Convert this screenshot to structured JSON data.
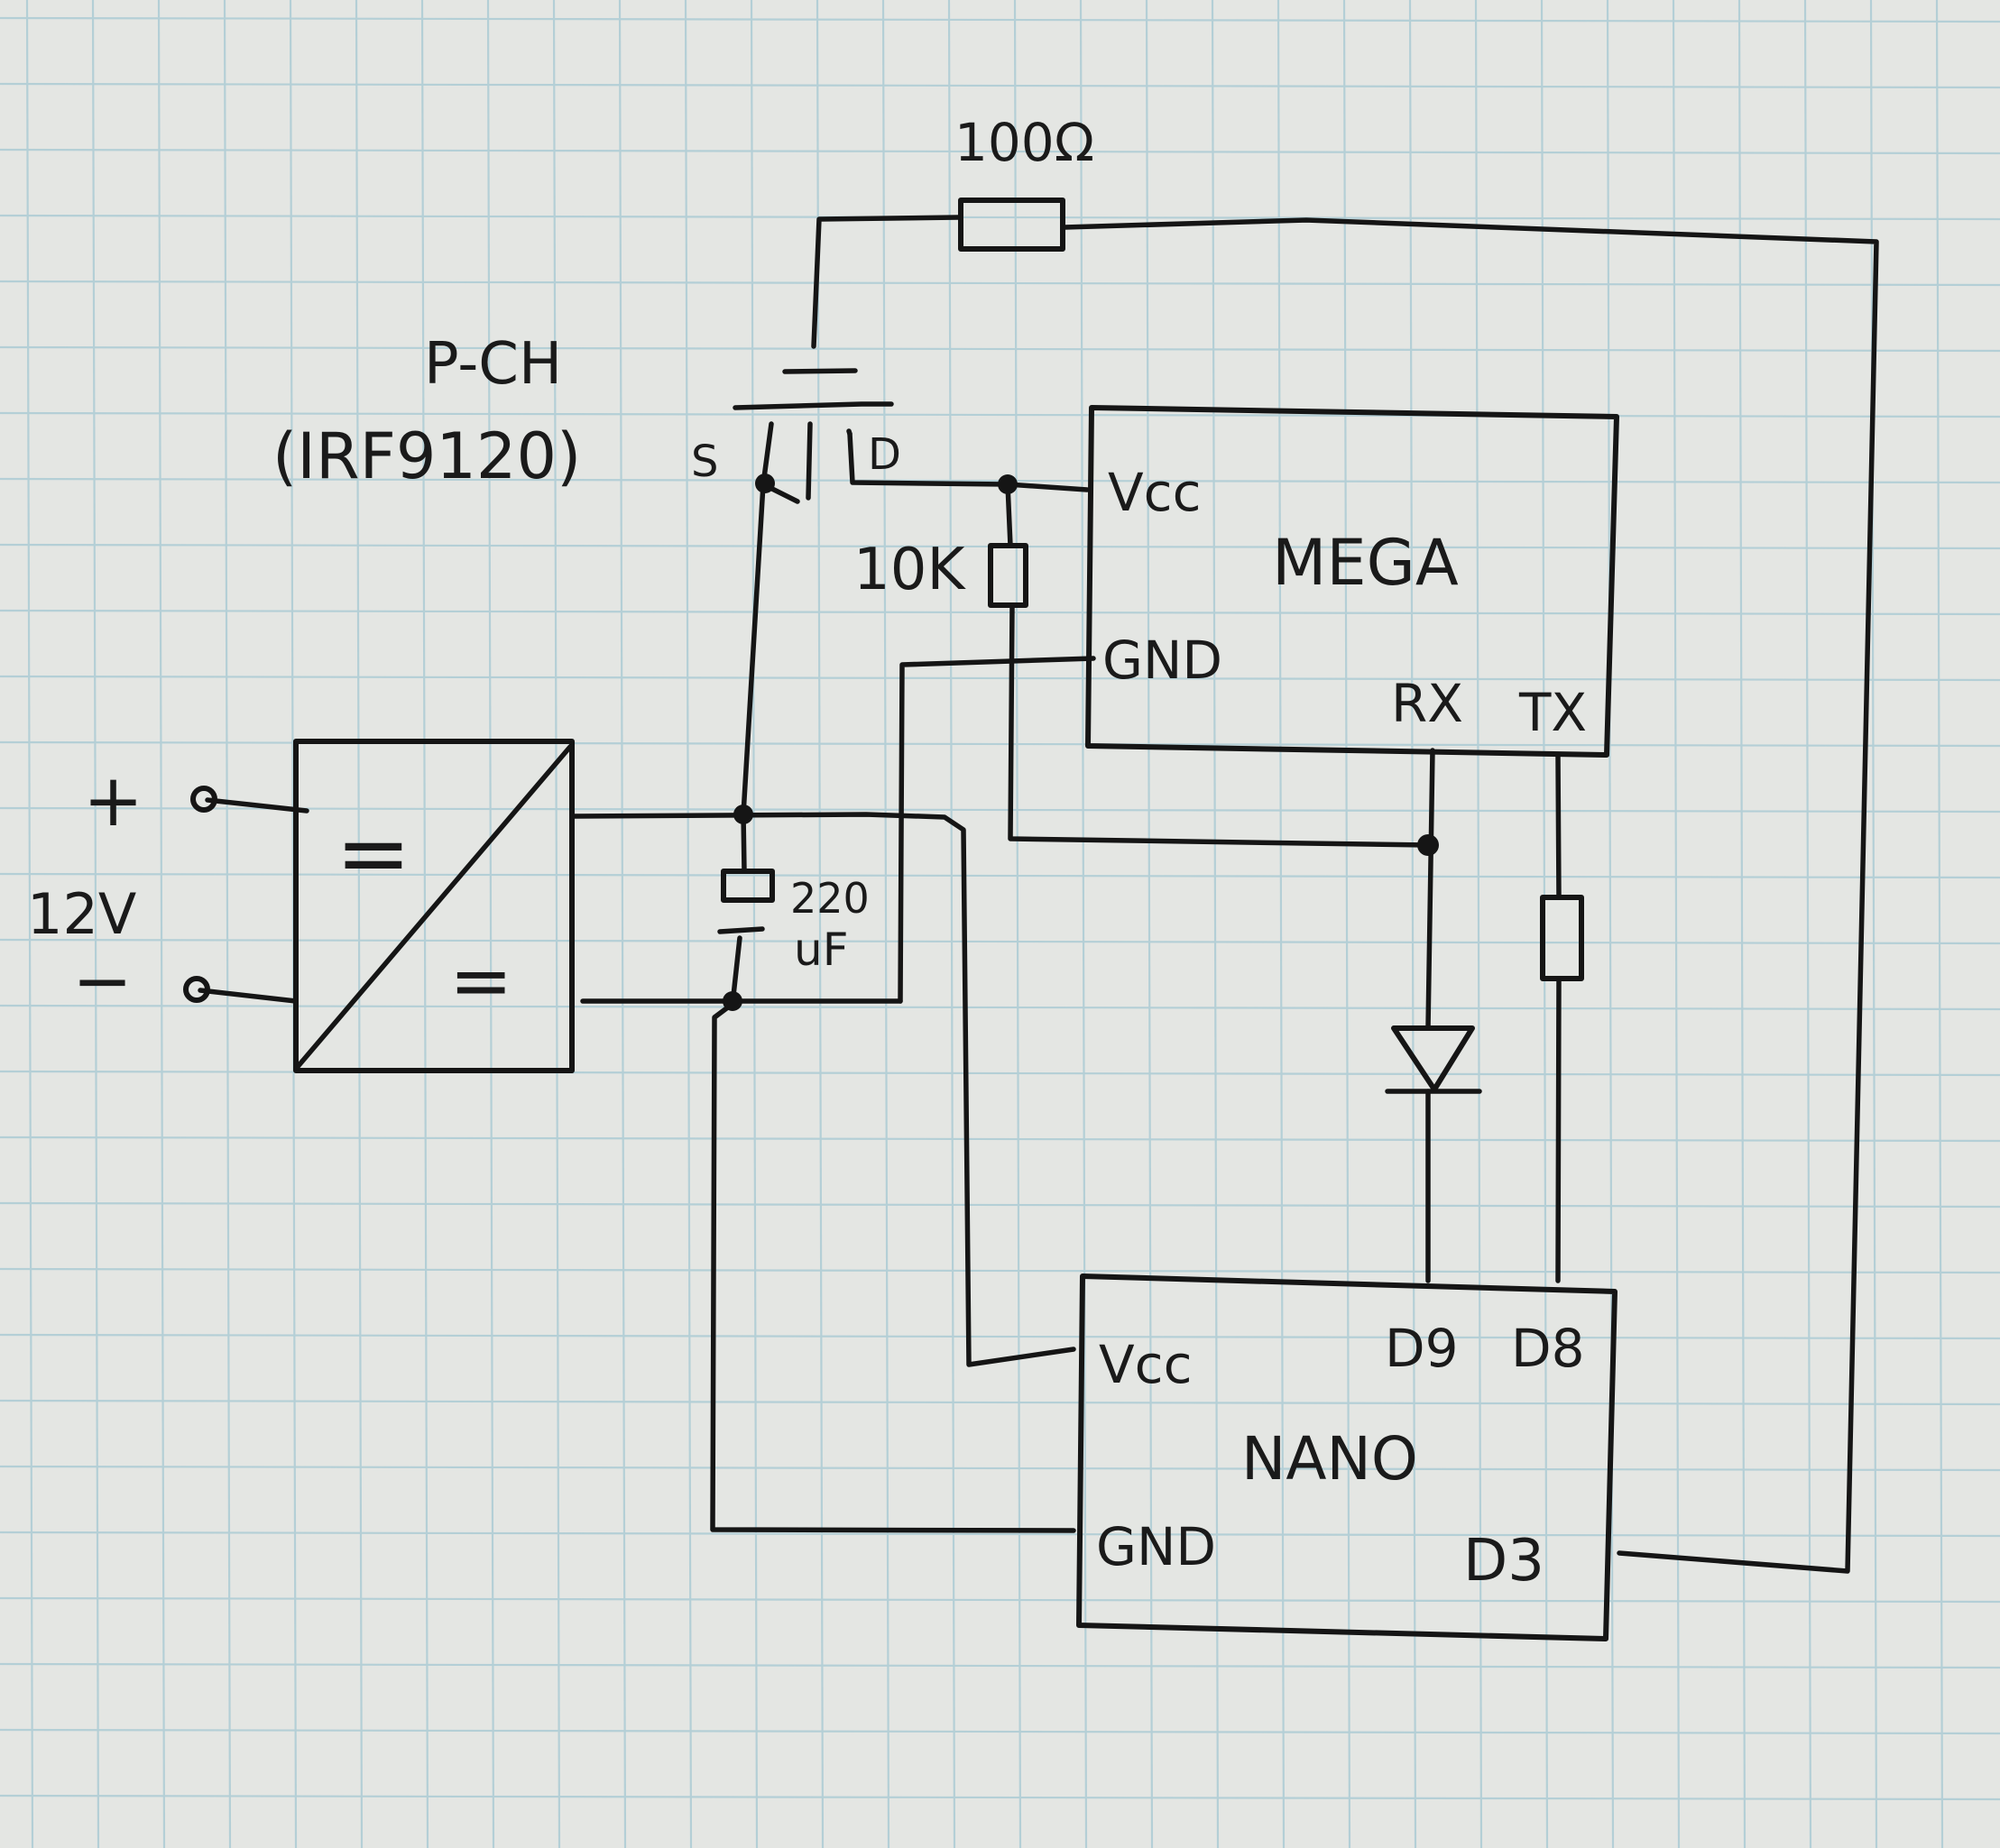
{
  "labels": {
    "resistor_100": "100Ω",
    "mosfet_type": "P-CH",
    "mosfet_part": "(IRF9120)",
    "mosfet_source": "S",
    "mosfet_drain": "D",
    "resistor_10k": "10K",
    "capacitor_value": "220",
    "capacitor_unit": "uF",
    "supply_plus": "+",
    "supply_minus": "−",
    "supply_voltage": "12V",
    "converter_in_symbol": "=",
    "converter_out_symbol": "="
  },
  "mega": {
    "title": "MEGA",
    "vcc": "Vcc",
    "gnd": "GND",
    "rx": "RX",
    "tx": "TX"
  },
  "nano": {
    "title": "NANO",
    "vcc": "Vcc",
    "gnd": "GND",
    "d9": "D9",
    "d8": "D8",
    "d3": "D3"
  },
  "colors": {
    "paper": "#e4e6e3",
    "grid": "#b4cfd6",
    "ink": "#151515"
  }
}
